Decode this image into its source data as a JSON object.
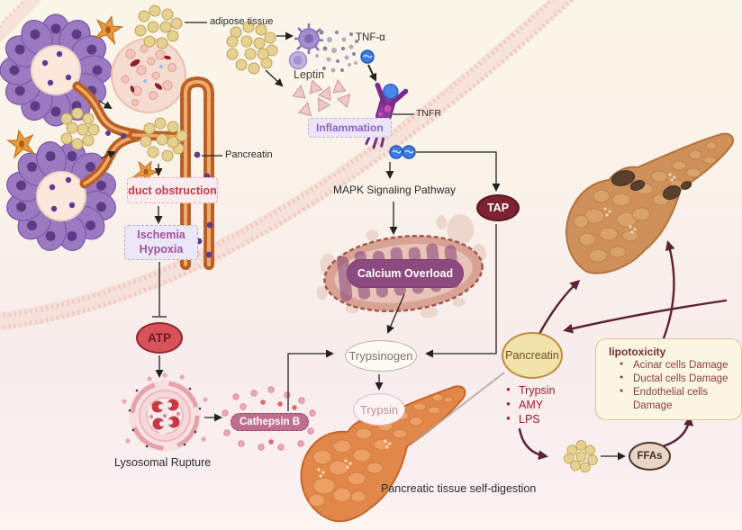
{
  "figure": {
    "description": "Pancreatitis signaling pathway diagram",
    "labels": {
      "adipose_tissue": "adipose tissue",
      "tnf_alpha": "TNF-α",
      "leptin": "Leptin",
      "tnfr": "TNFR",
      "inflammation": "Inflammation",
      "mapk": "MAPK Signaling Pathway",
      "tap": "TAP",
      "calcium_overload": "Calcium Overload",
      "pancreatin_duct": "Pancreatin",
      "duct_obstruction": "duct obstruction",
      "ischemia": "Ischemia",
      "hypoxia": "Hypoxia",
      "atp": "ATP",
      "lysosomal_rupture": "Lysosomal Rupture",
      "cathepsin_b": "Cathepsin B",
      "trypsinogen": "Trypsinogen",
      "trypsin": "Trypsin",
      "pancreatin_oval": "Pancreatin",
      "self_digestion": "Pancreatic tissue self-digestion",
      "ffas": "FFAs"
    },
    "enzyme_list": {
      "items": [
        "Trypsin",
        "AMY",
        "LPS"
      ]
    },
    "lipotoxicity": {
      "title": "lipotoxicity",
      "items": [
        "Acinar cells Damage",
        "Ductal cells Damage",
        "Endothelial cells Damage"
      ]
    },
    "colors": {
      "background_top": "#faf5e9",
      "background_bottom": "#fbeff0",
      "tap_fill": "#7c2231",
      "calcium_fill": "#8d4a7e",
      "atp_fill": "#d7525b",
      "cathepsin_fill": "#bf6f8d",
      "inflammation_text": "#8a63c6",
      "duct_obstruction_text": "#c23b4e",
      "ischemia_text": "#a4519d",
      "enzyme_text": "#9c1e2f",
      "lipotoxicity_text": "#8a3b42",
      "maroon_arrow": "#5c2134",
      "pancreatin_fill": "#f2e2ac",
      "ffas_border": "#51362a"
    }
  }
}
